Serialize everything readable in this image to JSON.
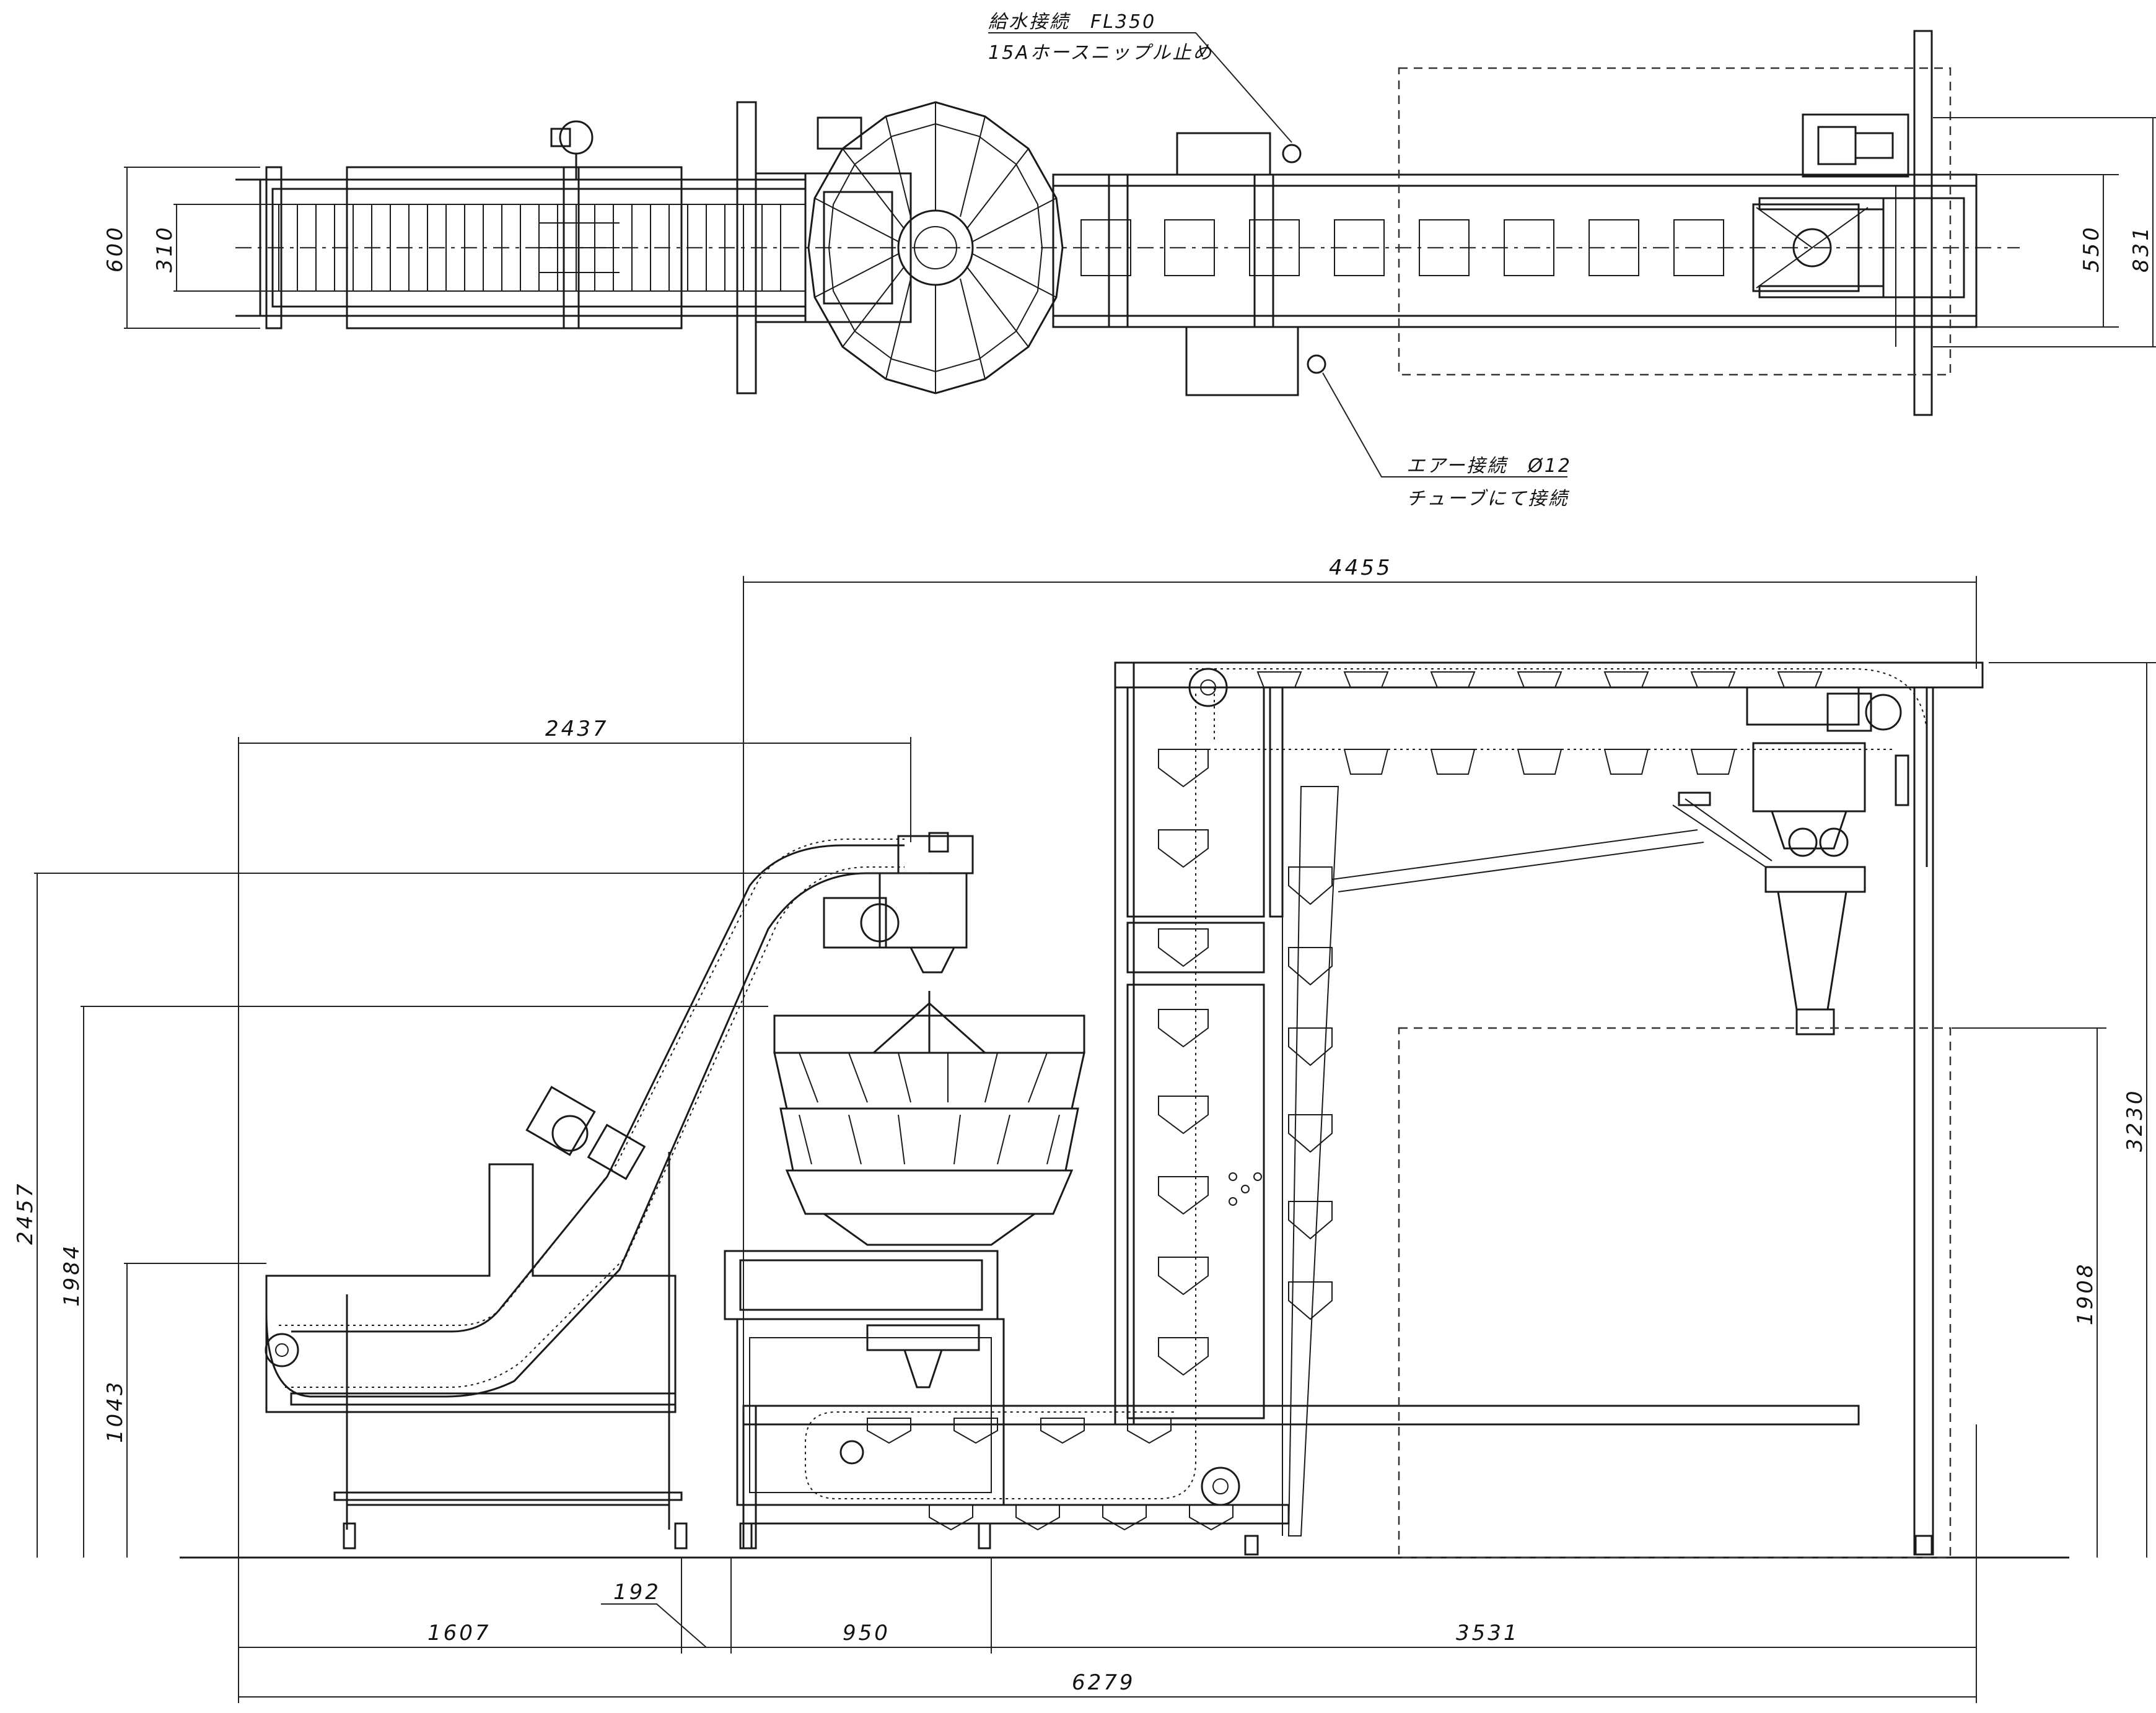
{
  "notes": {
    "water_line1": "給水接続　FL350",
    "water_line2": "15Aホースニップル止め",
    "air_line1": "エアー接続　Ø12",
    "air_line2": "チューブにて接続"
  },
  "dimensions": {
    "plan_600": "600",
    "plan_310": "310",
    "plan_550": "550",
    "plan_831": "831",
    "overall_4455": "4455",
    "reach_2437": "2437",
    "h_2457": "2457",
    "h_1984": "1984",
    "h_1043": "1043",
    "h_3230": "3230",
    "h_1908": "1908",
    "w_1607": "1607",
    "w_192": "192",
    "w_950": "950",
    "w_3531": "3531",
    "w_6279": "6279"
  }
}
